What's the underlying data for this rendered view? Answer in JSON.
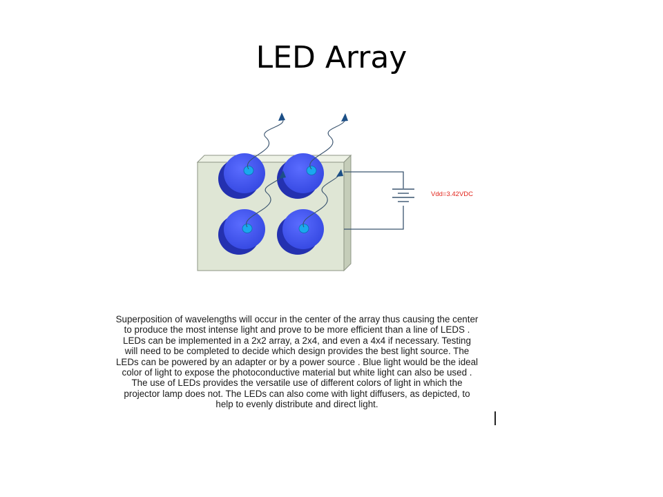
{
  "slide": {
    "title": "LED Array"
  },
  "diagram": {
    "voltage_label": "Vdd=3.42VDC",
    "led_count": 4,
    "colors": {
      "board_face": "#dfe6d5",
      "board_edge": "#c5cdb9",
      "led_body": "#3b4fe6",
      "led_dark": "#2431b0",
      "led_lens": "#1aa8ee",
      "wire": "#39536e",
      "arrow": "#1c4f86",
      "voltage_text": "#e2231a"
    }
  },
  "caption": {
    "lines": [
      "Superposition of wavelengths will occur in the center of the array thus causing the center",
      "to produce the most intense light  and prove to be more efficient than a line of LEDS .",
      "LEDs can be implemented in a 2x2 array, a 2x4, and even a 4x4 if necessary.  Testing",
      "will need to be completed to decide which design provides the best light source. The",
      "LEDs can be powered by an adapter or by a power source . Blue light would be the ideal",
      "color of light to expose the photoconductive material but white light can also be used .",
      "The use of LEDs provides the versatile use of different colors of light in which the",
      "projector lamp does not. The LEDs can also come with light diffusers, as depicted, to",
      "help to evenly distribute and direct light."
    ]
  }
}
